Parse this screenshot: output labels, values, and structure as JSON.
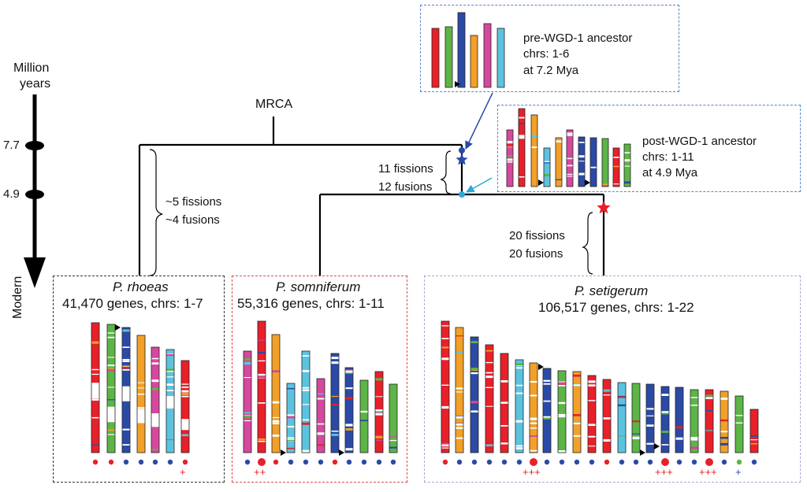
{
  "timeline": {
    "title_line1": "Million",
    "title_line2": "years",
    "marks": [
      "7.7",
      "4.9"
    ],
    "end_label": "Modern"
  },
  "tree": {
    "root_label": "MRCA",
    "rhoeas_branch": {
      "line1": "~5 fissions",
      "line2": "~4 fusions"
    },
    "inner_branch": {
      "line1": "11 fissions",
      "line2": "12 fusions"
    },
    "setigerum_branch": {
      "line1": "20 fissions",
      "line2": "20 fusions"
    }
  },
  "ancestors": {
    "pre_wgd": {
      "line1": "pre-WGD-1 ancestor",
      "line2": "chrs: 1-6",
      "line3": "at 7.2 Mya",
      "chromosomes": [
        "red",
        "green",
        "blue",
        "orange",
        "magenta",
        "cyan"
      ]
    },
    "post_wgd": {
      "line1": "post-WGD-1 ancestor",
      "line2": "chrs: 1-11",
      "line3": "at 4.9 Mya"
    }
  },
  "species": {
    "rhoeas": {
      "name": "P. rhoeas",
      "stats": "41,470 genes, chrs: 1-7",
      "plus_marks": [
        "+"
      ]
    },
    "somniferum": {
      "name": "P. somniferum",
      "stats": "55,316 genes, chrs: 1-11",
      "plus_marks": [
        "++"
      ]
    },
    "setigerum": {
      "name": "P. setigerum",
      "stats": "106,517 genes, chrs: 1-22",
      "plus_marks": [
        "+++",
        "+++",
        "+++",
        "+"
      ]
    }
  },
  "colors": {
    "red": "#e8202a",
    "green": "#5cb546",
    "blue": "#2b4aa6",
    "orange": "#f2a027",
    "magenta": "#d6489e",
    "cyan": "#5cc3df",
    "rhoeas_box": "#333333",
    "somniferum_box": "#e0494a",
    "setigerum_box": "#a8a8dc",
    "ancestor_box": "#5b82c6",
    "star_blue": "#2b4aa6",
    "star_red": "#e8202a"
  }
}
